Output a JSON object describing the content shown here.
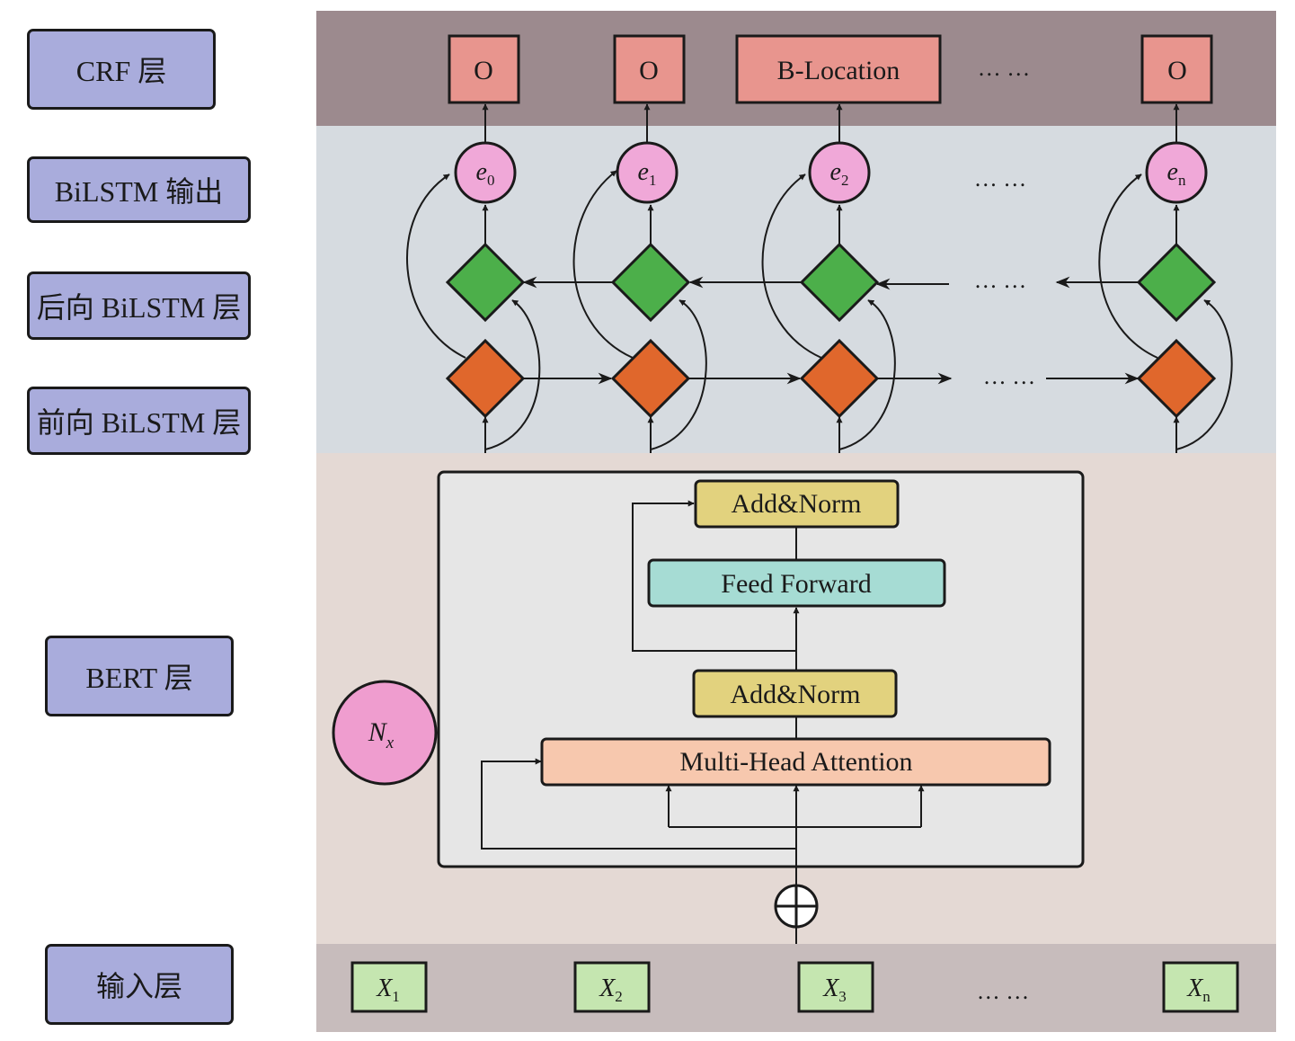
{
  "layers": {
    "crf": "CRF 层",
    "bilstm_output": "BiLSTM 输出",
    "backward": "后向 BiLSTM 层",
    "forward": "前向 BiLSTM 层",
    "bert": "BERT 层",
    "input": "输入层"
  },
  "crf_tags": [
    "O",
    "O",
    "B-Location",
    "O"
  ],
  "ellipsis": "… …",
  "outputs": [
    {
      "base": "e",
      "sub": "0"
    },
    {
      "base": "e",
      "sub": "1"
    },
    {
      "base": "e",
      "sub": "2"
    },
    {
      "base": "e",
      "sub": "n"
    }
  ],
  "inputs": [
    {
      "base": "X",
      "sub": "1"
    },
    {
      "base": "X",
      "sub": "2"
    },
    {
      "base": "X",
      "sub": "3"
    },
    {
      "base": "X",
      "sub": "n"
    }
  ],
  "bert": {
    "add_norm_top": "Add&Norm",
    "feed_forward": "Feed Forward",
    "add_norm_bottom": "Add&Norm",
    "multi_head": "Multi-Head Attention",
    "repeat": {
      "base": "N",
      "sub": "x"
    }
  },
  "colors": {
    "label_box": "#a9acdc",
    "crf_band": "#9c8a8e",
    "bilstm_band": "#d6dbe0",
    "bert_band": "#e4d9d4",
    "input_band": "#c7bcbc",
    "tag_box": "#e8958e",
    "output_circle": "#f0a8d8",
    "backward_diamond": "#4caf4a",
    "forward_diamond": "#e0672c",
    "add_norm": "#e2d27e",
    "feed_forward": "#a6dcd4",
    "multi_head": "#f7c8ae",
    "input_box": "#c5e6b0",
    "repeat_circle": "#ef9dcf"
  }
}
